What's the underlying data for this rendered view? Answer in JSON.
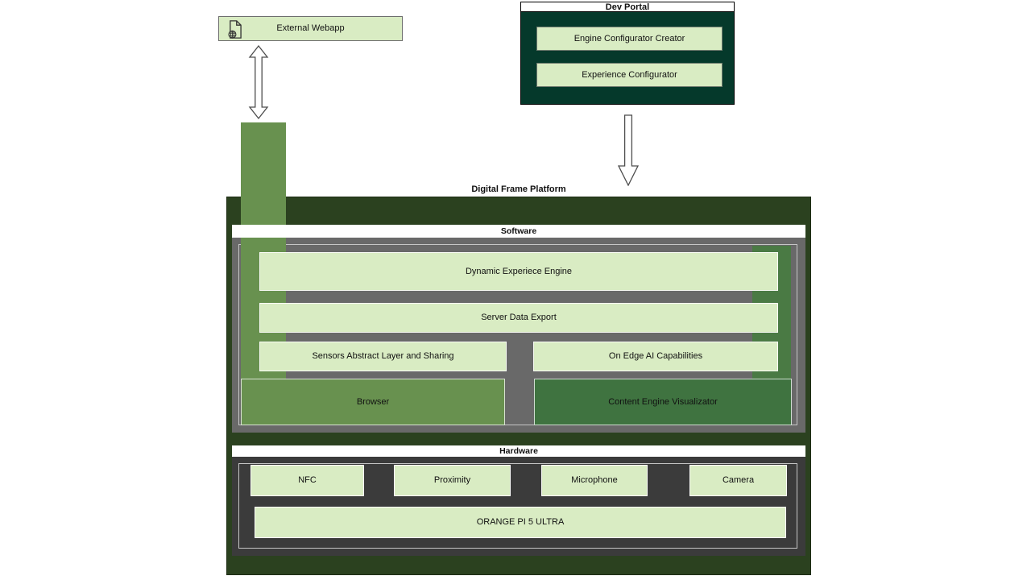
{
  "external_webapp": {
    "label": "External Webapp"
  },
  "dev_portal": {
    "title": "Dev Portal",
    "items": [
      "Engine Configurator Creator",
      "Experience Configurator"
    ]
  },
  "platform": {
    "title": "Digital Frame Platform",
    "software": {
      "title": "Software",
      "full_width_bars": [
        "Dynamic Experiece Engine",
        "Server Data Export"
      ],
      "half_width_bars": [
        "Sensors Abstract Layer and Sharing",
        "On Edge AI Capabilities"
      ],
      "left_column": "Browser",
      "right_column": "Content Engine Visualizator"
    },
    "hardware": {
      "title": "Hardware",
      "sensor_boxes": [
        "NFC",
        "Proximity",
        "Microphone",
        "Camera"
      ],
      "board_box": "ORANGE PI 5 ULTRA"
    }
  },
  "icons": {
    "external_webapp_icon": "webapp-file-globe-icon",
    "webapp_browser_arrow": "bidirectional-vertical-arrow-icon",
    "portal_platform_arrow": "down-arrow-icon"
  },
  "colors": {
    "light_green_box": "#d9ecc3",
    "dev_portal_body": "#05392b",
    "platform_body": "#2b411f",
    "software_body": "#696969",
    "hardware_body": "#3b3b3b",
    "browser_green": "#68914f",
    "content_engine_green": "#3f7340",
    "section_header_bg": "#ffffff"
  }
}
